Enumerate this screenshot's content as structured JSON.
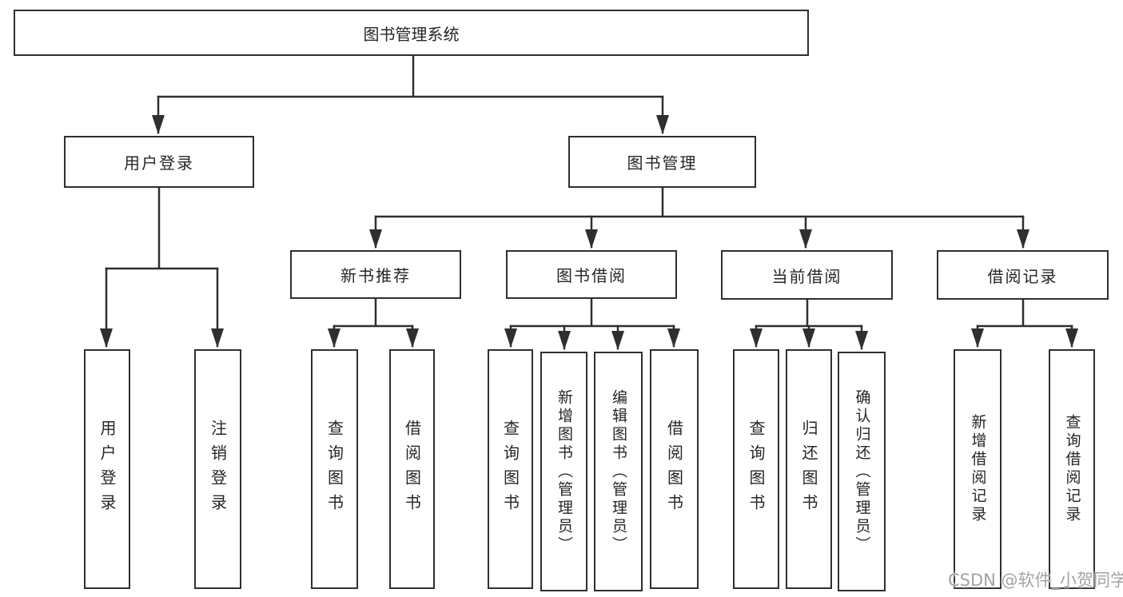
{
  "diagram": {
    "title": "图书管理系统",
    "branches": [
      {
        "label": "用户登录",
        "children": [
          "用户登录",
          "注销登录"
        ]
      },
      {
        "label": "图书管理",
        "children": [
          {
            "label": "新书推荐",
            "children": [
              "查询图书",
              "借阅图书"
            ]
          },
          {
            "label": "图书借阅",
            "children": [
              "查询图书",
              "新增图书（管理员）",
              "编辑图书（管理员）",
              "借阅图书"
            ]
          },
          {
            "label": "当前借阅",
            "children": [
              "查询图书",
              "归还图书",
              "确认归还（管理员）"
            ]
          },
          {
            "label": "借阅记录",
            "children": [
              "新增借阅记录",
              "查询借阅记录"
            ]
          }
        ]
      }
    ]
  },
  "watermark": {
    "text": "CSDN @软件_小贺同学"
  },
  "colors": {
    "line": "#2f2f2f",
    "box_border": "#2f2f2f",
    "text": "#262626",
    "watermark": "#a3a3a3",
    "background": "#ffffff"
  }
}
